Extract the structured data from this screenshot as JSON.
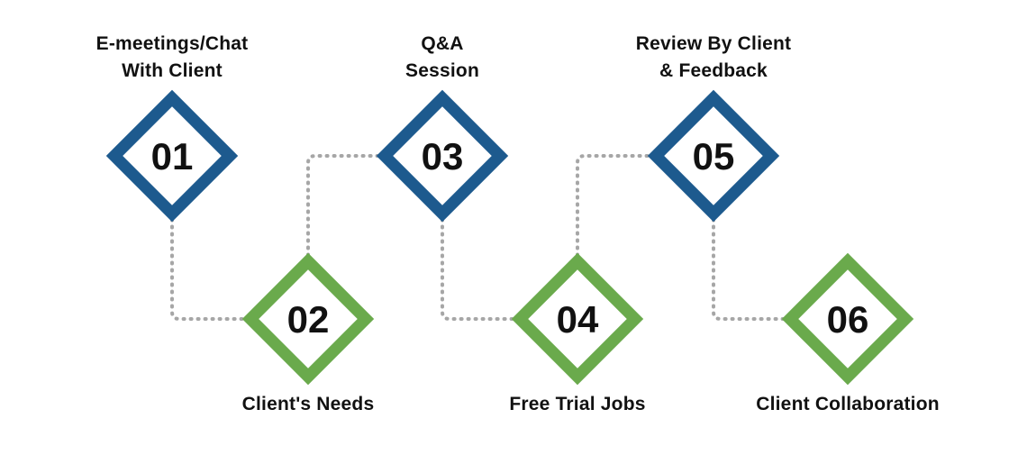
{
  "steps": [
    {
      "number": "01",
      "title_lines": [
        "E-meetings/Chat",
        "With Client"
      ],
      "label_position": "above",
      "color": "#1d5a8e"
    },
    {
      "number": "02",
      "title_lines": [
        "Client's Needs"
      ],
      "label_position": "below",
      "color": "#6aaa4c"
    },
    {
      "number": "03",
      "title_lines": [
        "Q&A",
        "Session"
      ],
      "label_position": "above",
      "color": "#1d5a8e"
    },
    {
      "number": "04",
      "title_lines": [
        "Free Trial Jobs"
      ],
      "label_position": "below",
      "color": "#6aaa4c"
    },
    {
      "number": "05",
      "title_lines": [
        "Review By Client",
        "& Feedback"
      ],
      "label_position": "above",
      "color": "#1d5a8e"
    },
    {
      "number": "06",
      "title_lines": [
        "Client Collaboration"
      ],
      "label_position": "below",
      "color": "#6aaa4c"
    }
  ],
  "colors": {
    "top_row": "#1d5a8e",
    "bottom_row": "#6aaa4c",
    "connector": "#a6a6a6",
    "number_text": "#111111",
    "background": "#ffffff"
  }
}
